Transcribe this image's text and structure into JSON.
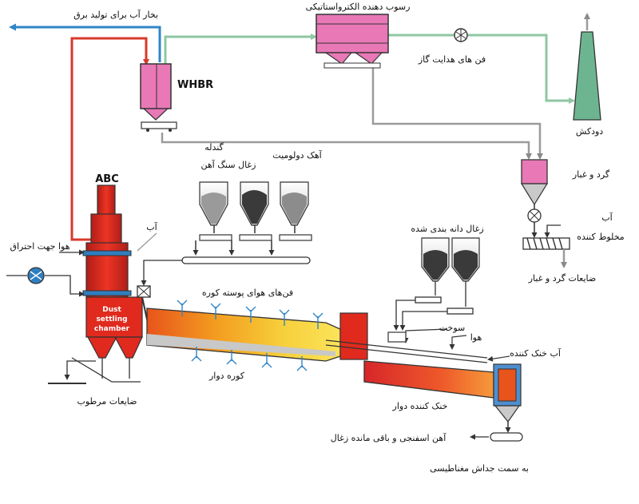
{
  "labels": {
    "steam": "بخار آب برای تولید برق",
    "esp": "رسوب دهنده الکترواستاتیکی",
    "gas_fan": "فن های هدایت گاز",
    "whbr": "WHBR",
    "stack": "دودکش",
    "dust": "گرد و غبار",
    "water_right": "آب",
    "mixer": "مخلوط کننده",
    "dust_waste": "ضایعات گرد و غبار",
    "pellet": "گندله",
    "coal_ore": "زغال سنگ آهن",
    "lime": "آهک دولومیت",
    "abc": "ABC",
    "combustion_air": "هوا جهت احتراق",
    "water_left": "آب",
    "shell_fans": "فن‌های هوای پوسته کوره",
    "screened_coal": "زغال دانه بندی شده",
    "dsc1": "Dust",
    "dsc2": "settling",
    "dsc3": "chamber",
    "fuel": "سوخت",
    "air": "هوا",
    "cooling_water": "آب خنک کننده",
    "kiln": "کوره دوار",
    "wet_waste": "ضایعات مرطوب",
    "rotary_cooler": "خنک کننده دوار",
    "sponge_iron": "آهن اسفنجی و باقی مانده زغال",
    "magnetic": "به سمت جداش مغناطیسی"
  },
  "colors": {
    "steam_line": "#d9392b",
    "gas_line": "#8fc7a3",
    "flue_line": "#9b9b9b",
    "steam_out": "#2f86c8",
    "whbr_fill": "#e878b6",
    "stack_fill": "#6db590",
    "abc_fill": "#e02a1e",
    "fan_fill": "#2f7fc0",
    "cooler_water": "#4f8fd0"
  },
  "icons": [
    "fan-icon",
    "rotary-valve-icon",
    "screw-mixer-icon",
    "hopper-icon",
    "arrow-icon"
  ]
}
